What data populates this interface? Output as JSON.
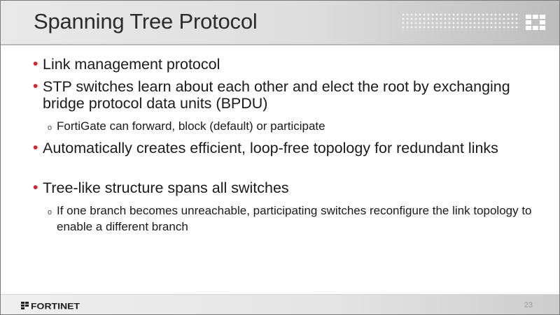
{
  "slide": {
    "title": "Spanning Tree Protocol",
    "bullets": [
      {
        "text": "Link management protocol",
        "sub": []
      },
      {
        "text": "STP switches learn about each other and elect the root by exchanging bridge protocol data units (BPDU)",
        "sub": [
          "FortiGate can forward, block (default) or participate"
        ]
      },
      {
        "text": "Automatically creates efficient, loop-free topology for redundant links",
        "sub": []
      },
      {
        "text": "Tree-like structure spans all switches",
        "sub": [
          "If one branch becomes unreachable, participating switches reconfigure the link topology to enable a different branch"
        ]
      }
    ],
    "bullet_glyph": "•",
    "sub_glyph": "o"
  },
  "footer": {
    "brand": "FORTINET",
    "page_number": "23"
  },
  "colors": {
    "bullet": "#d4242b",
    "text": "#1a1a1a",
    "title": "#2b2b2b"
  },
  "icons": {
    "header_logo": "fortinet-grid-icon",
    "footer_logo": "fortinet-wordmark-icon"
  }
}
